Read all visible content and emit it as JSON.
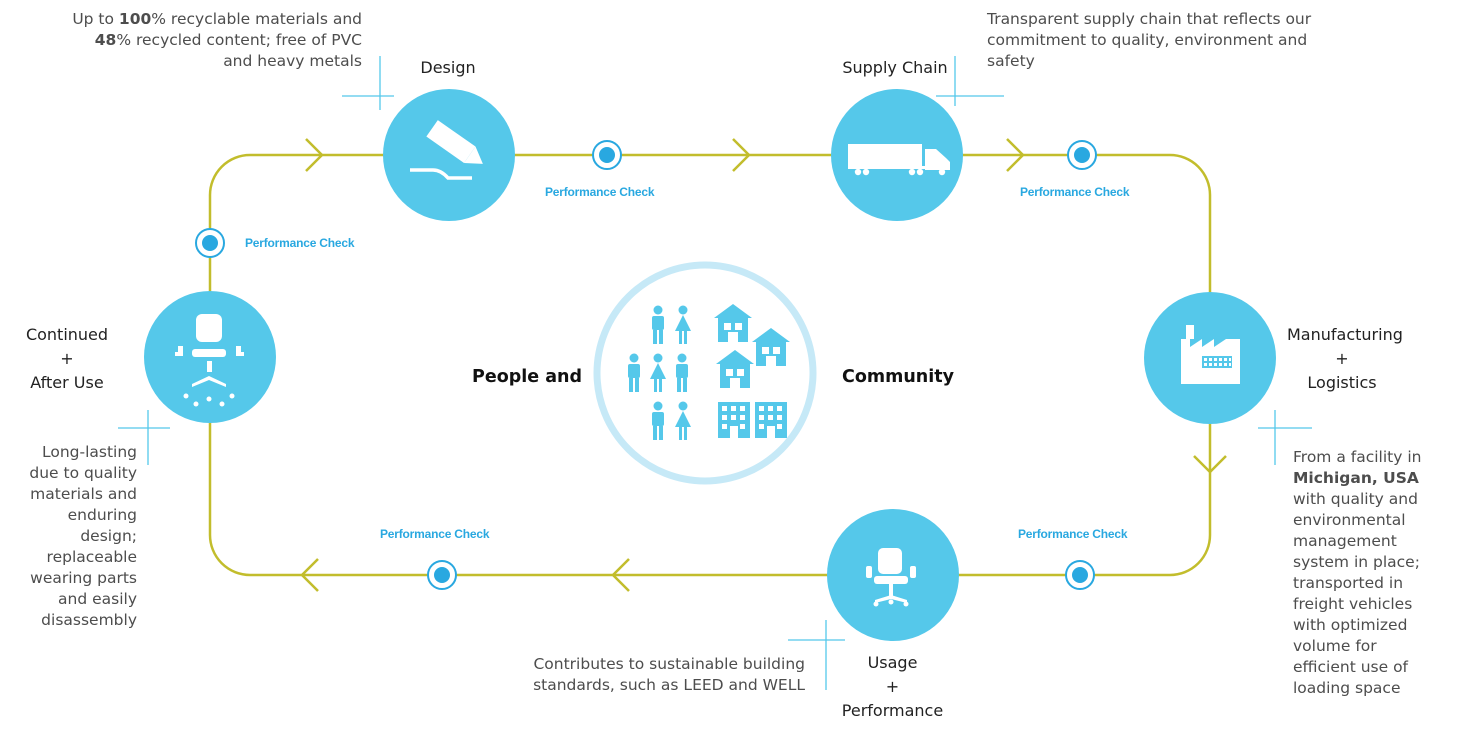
{
  "colors": {
    "loop": "#c2bd2c",
    "circle": "#55c8ea",
    "accent": "#29a8e0",
    "ring": "#c6e9f7"
  },
  "notes": {
    "design": {
      "pre1": "Up to ",
      "bold1": "100",
      "mid1": "% recyclable materials and",
      "bold2": "48",
      "mid2": "% recycled content; free of PVC",
      "line3": "and heavy metals"
    },
    "supply": {
      "l1": "Transparent supply chain that reflects our",
      "l2": "commitment to quality, environment and",
      "l3": "safety"
    },
    "after": {
      "l1": "Long-lasting",
      "l2": "due to quality",
      "l3": "materials and",
      "l4": "enduring",
      "l5": "design;",
      "l6": "replaceable",
      "l7": "wearing parts",
      "l8": "and easily",
      "l9": "disassembly"
    },
    "manufacturing": {
      "l1": "From a facility in",
      "bold": "Michigan, USA",
      "l3": "with quality and",
      "l4": "environmental",
      "l5": "management",
      "l6": "system in place;",
      "l7": "transported in",
      "l8": "freight vehicles",
      "l9": "with optimized",
      "l10": "volume for",
      "l11": "efficient use of",
      "l12": "loading space"
    },
    "usage": {
      "l1": "Contributes to sustainable building",
      "l2": "standards, such as LEED and WELL"
    }
  },
  "stages": {
    "design": "Design",
    "supply": "Supply Chain",
    "manufacturing": {
      "l1": "Manufacturing",
      "l2": "+",
      "l3": "Logistics"
    },
    "usage": {
      "l1": "Usage",
      "l2": "+",
      "l3": "Performance"
    },
    "after": {
      "l1": "Continued",
      "l2": "+",
      "l3": "After Use"
    }
  },
  "performance_check": "Performance Check",
  "center": {
    "left": "People and",
    "right": "Community"
  },
  "icons": {
    "design": "pencil-drawing-icon",
    "supply": "truck-icon",
    "manufacturing": "factory-icon",
    "usage": "office-chair-icon",
    "after": "chair-parts-icon",
    "center": "people-and-buildings-icon"
  }
}
